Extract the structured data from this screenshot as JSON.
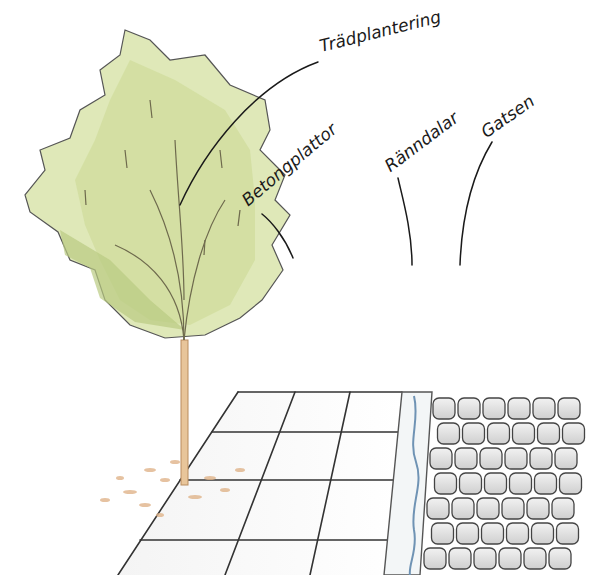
{
  "diagram": {
    "labels": [
      "Trädplantering",
      "Betongplattor",
      "Ränndalar",
      "Gatsen"
    ]
  }
}
